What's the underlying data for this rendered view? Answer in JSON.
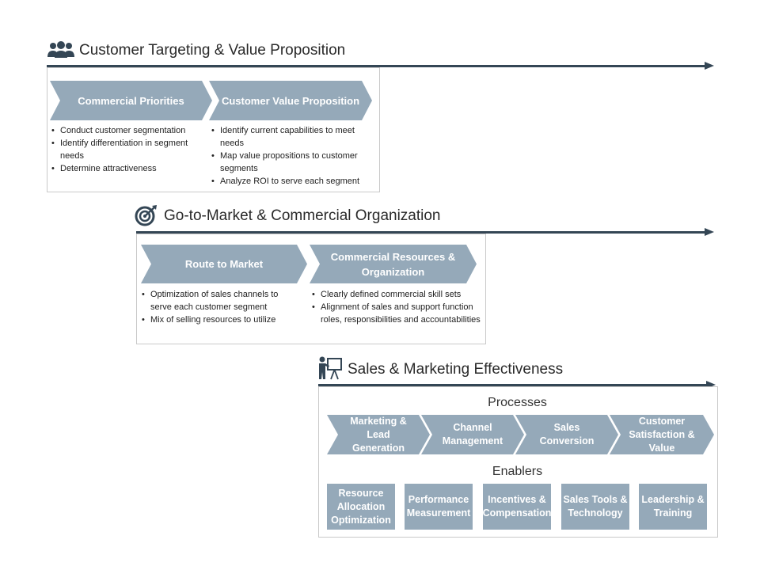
{
  "colors": {
    "accent": "#344655",
    "chevron": "#95a9b9",
    "border": "#c9c9c9"
  },
  "sections": [
    {
      "title": "Customer Targeting & Value Proposition",
      "icon": "people-group-icon",
      "steps": [
        {
          "label": "Commercial Priorities",
          "bullets": [
            "Conduct customer segmentation",
            "Identify differentiation in segment needs",
            "Determine attractiveness"
          ]
        },
        {
          "label": "Customer Value Proposition",
          "bullets": [
            "Identify current capabilities to meet needs",
            "Map value propositions to customer segments",
            "Analyze ROI to serve each segment"
          ]
        }
      ]
    },
    {
      "title": "Go-to-Market & Commercial Organization",
      "icon": "target-icon",
      "steps": [
        {
          "label": "Route to Market",
          "bullets": [
            "Optimization of sales channels to serve each customer segment",
            "Mix of selling resources to utilize"
          ]
        },
        {
          "label": "Commercial Resources & Organization",
          "bullets": [
            "Clearly defined commercial skill sets",
            "Alignment of sales and support function roles, responsibilities and accountabilities"
          ]
        }
      ]
    },
    {
      "title": "Sales & Marketing Effectiveness",
      "icon": "presenter-board-icon",
      "processes_label": "Processes",
      "processes": [
        "Marketing & Lead Generation",
        "Channel Management",
        "Sales Conversion",
        "Customer Satisfaction & Value"
      ],
      "enablers_label": "Enablers",
      "enablers": [
        "Resource Allocation Optimization",
        "Performance Measurement",
        "Incentives & Compensation",
        "Sales Tools & Technology",
        "Leadership & Training"
      ]
    }
  ]
}
